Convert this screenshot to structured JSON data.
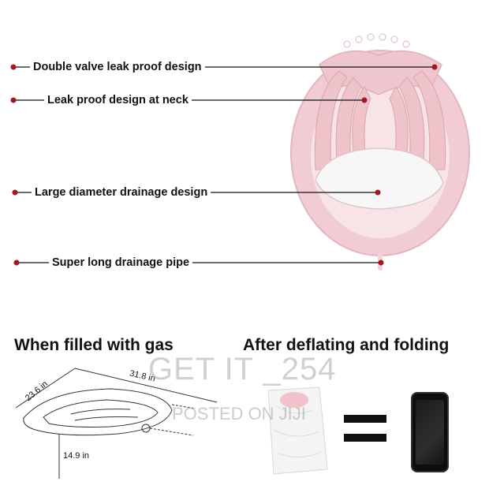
{
  "callouts": [
    {
      "label": "Double valve leak proof design"
    },
    {
      "label": "Leak proof design at neck"
    },
    {
      "label": "Large diameter drainage design"
    },
    {
      "label": "Super long drainage pipe"
    }
  ],
  "bottom": {
    "left_heading": "When filled with gas",
    "right_heading": "After deflating and folding",
    "dimensions": {
      "length": "31.8 in",
      "width": "23.6 in",
      "height": "14.9 in"
    }
  },
  "watermark": {
    "line1": "GET IT _254",
    "line2": "POSTED ON JIJI"
  },
  "colors": {
    "basin_pink": "#f3d3d8",
    "dot_red": "#a01a1f",
    "line": "#111111"
  }
}
